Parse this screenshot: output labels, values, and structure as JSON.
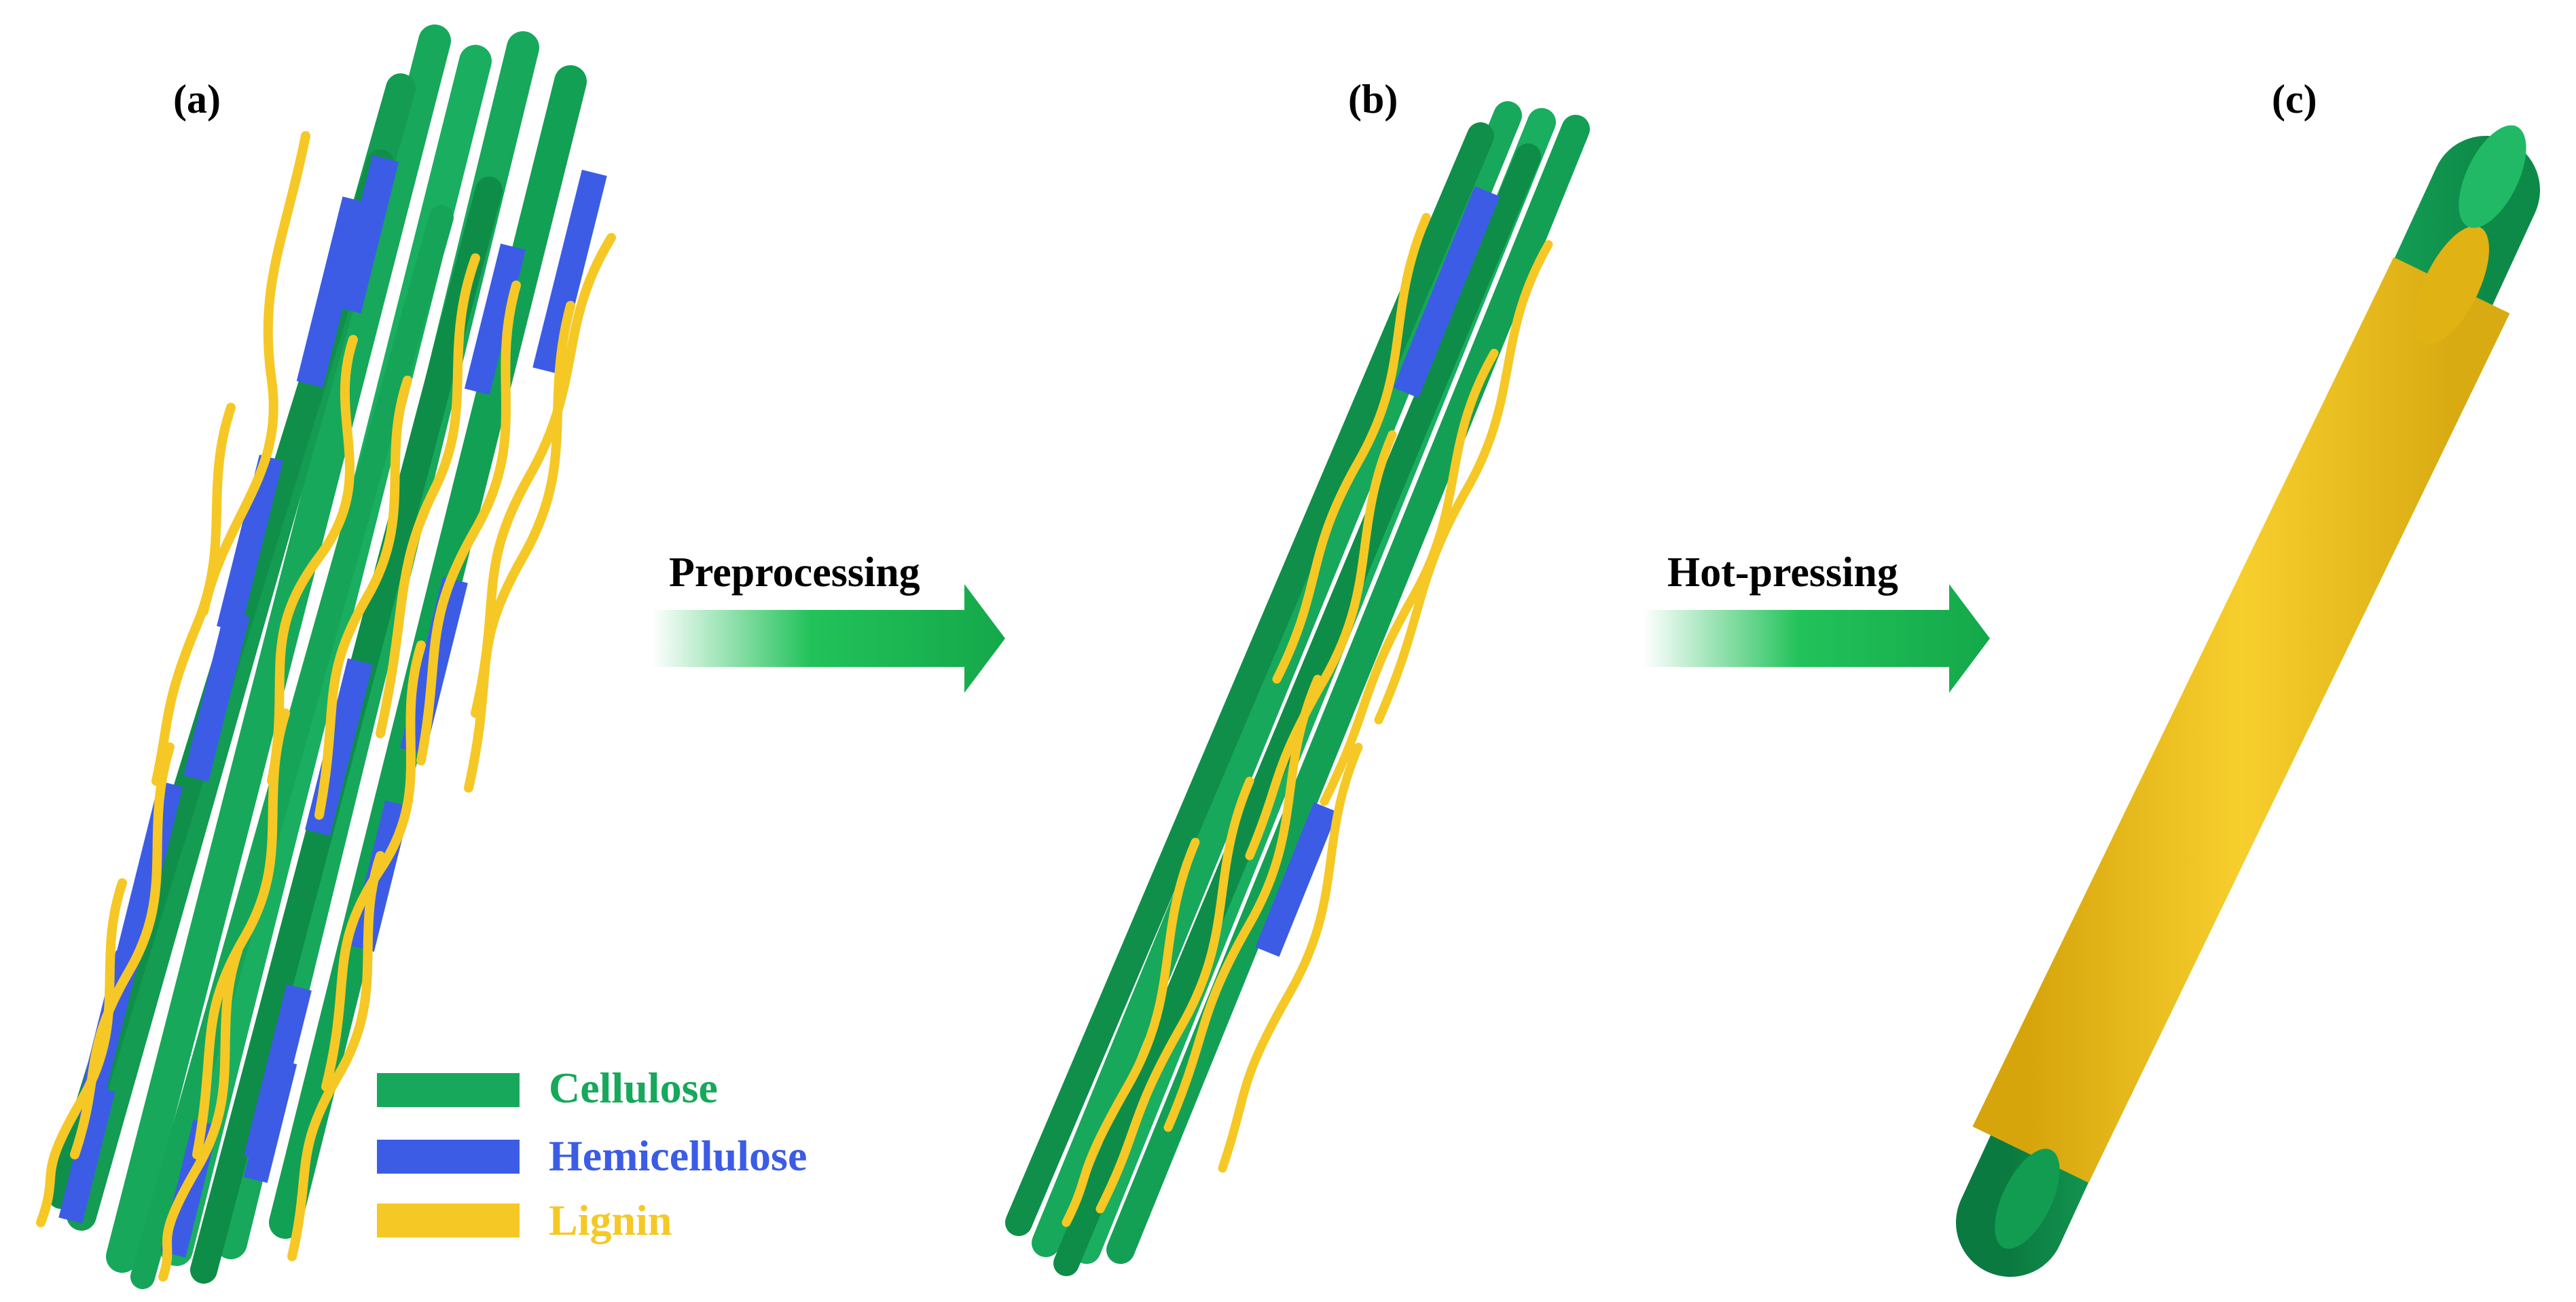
{
  "panels": {
    "a": "(a)",
    "b": "(b)",
    "c": "(c)"
  },
  "steps": {
    "first": "Preprocessing",
    "second": "Hot-pressing"
  },
  "legend": [
    {
      "label": "Cellulose",
      "color": "#17a85b"
    },
    {
      "label": "Hemicellulose",
      "color": "#3c5ce6"
    },
    {
      "label": "Lignin",
      "color": "#f5c826"
    }
  ],
  "colors": {
    "cellulose": "#17a85b",
    "cellulose_dark": "#0b7a40",
    "hemicellulose": "#3c5ce6",
    "lignin": "#f5c826",
    "lignin_dark": "#d9a90f",
    "arrow": "#22c25a"
  }
}
